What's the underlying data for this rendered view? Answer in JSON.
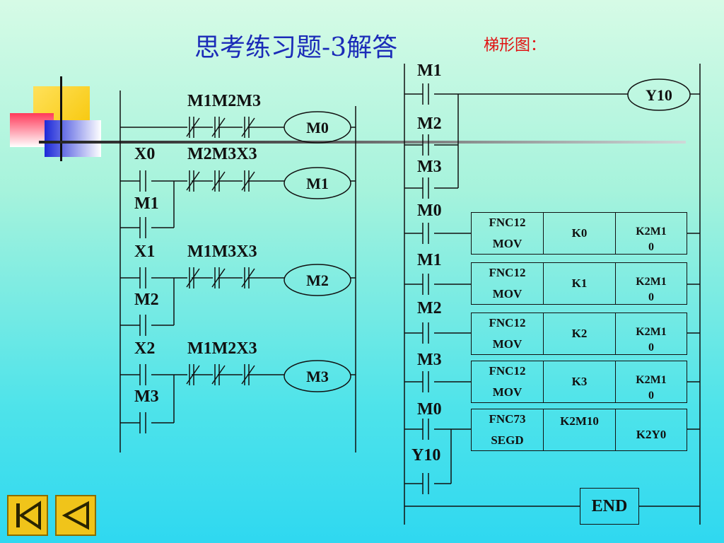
{
  "title": "思考练习题-3解答",
  "subtitle": "梯形图：",
  "left_rungs": [
    {
      "contact": "",
      "sub": "",
      "series": "M1M2M3",
      "coil": "M0"
    },
    {
      "contact": "X0",
      "sub": "M1",
      "series": "M2M3X3",
      "coil": "M1"
    },
    {
      "contact": "X1",
      "sub": "M2",
      "series": "M1M3X3",
      "coil": "M2"
    },
    {
      "contact": "X2",
      "sub": "M3",
      "series": "M1M2X3",
      "coil": "M3"
    }
  ],
  "right": {
    "contacts": [
      "M1",
      "M2",
      "M3",
      "M0",
      "M1",
      "M2",
      "M3",
      "M0",
      "Y10"
    ],
    "coil": "Y10",
    "instructions": [
      {
        "fnc": "FNC12",
        "op": "MOV",
        "src": "K0",
        "dst": "K2M1\n0"
      },
      {
        "fnc": "FNC12",
        "op": "MOV",
        "src": "K1",
        "dst": "K2M1\n0"
      },
      {
        "fnc": "FNC12",
        "op": "MOV",
        "src": "K2",
        "dst": "K2M1\n0"
      },
      {
        "fnc": "FNC12",
        "op": "MOV",
        "src": "K3",
        "dst": "K2M1\n0"
      },
      {
        "fnc": "FNC73",
        "op": "SEGD",
        "src": "K2M10",
        "dst": "K2Y0"
      }
    ],
    "end": "END"
  },
  "nav": {
    "first_icon": "skip-first-icon",
    "prev_icon": "prev-icon"
  },
  "colors": {
    "title": "#1b2bb8",
    "subtitle": "#e01010",
    "nav": "#f0c41a"
  }
}
